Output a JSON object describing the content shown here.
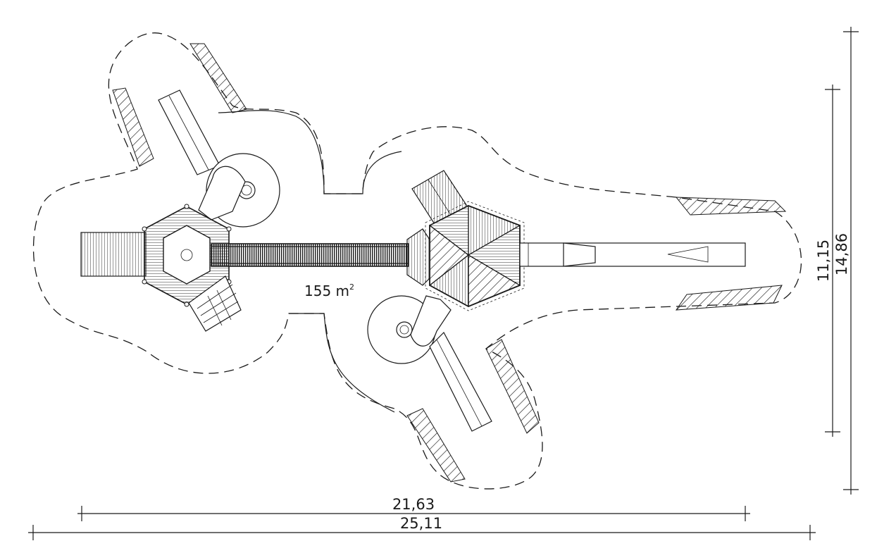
{
  "area": {
    "value": "155",
    "unit": "m",
    "superscript": "2"
  },
  "dimensions": {
    "width_inner": "21,63",
    "width_outer": "25,11",
    "height_inner": "11,15",
    "height_outer": "14,86"
  }
}
